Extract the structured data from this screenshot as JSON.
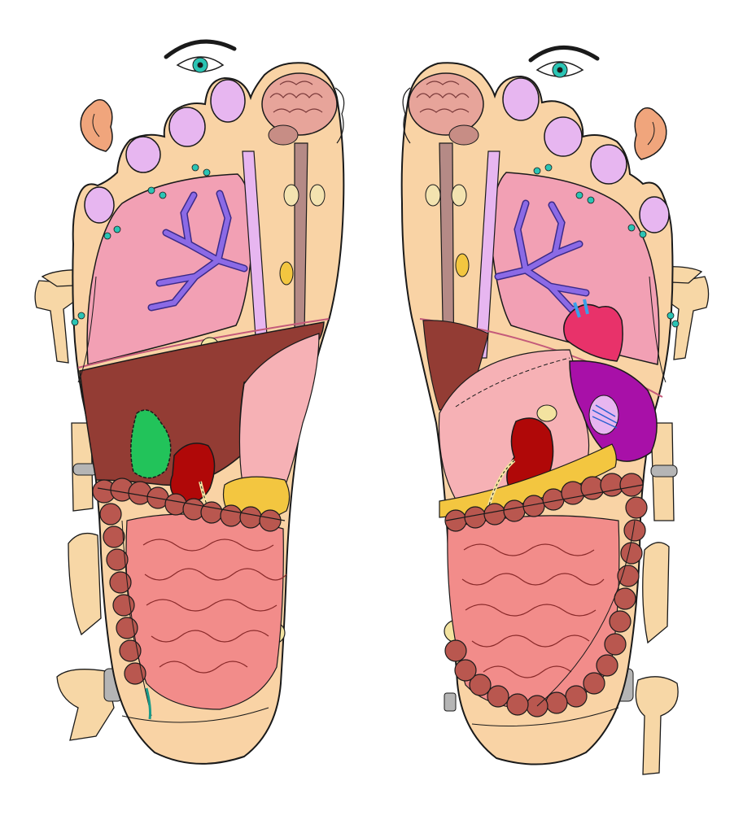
{
  "diagram": {
    "kind": "foot-reflexology-map",
    "feet": [
      "left-sole",
      "right-sole"
    ],
    "labels": [],
    "colors": {
      "skin": "#f9d3a5",
      "outline": "#1a1a1a",
      "toe_pad": "#e7b6f0",
      "lung": "#f2a0b4",
      "bronchi": "#8b6ae6",
      "liver": "#933c34",
      "stomach": "#f6b1b5",
      "gall_bladder": "#22c35a",
      "kidney": "#b00808",
      "pancreas": "#f3c640",
      "small_intestine": "#f28c8a",
      "colon": "#b9574f",
      "spleen": "#a810a8",
      "heart": "#e8326a",
      "brain": "#e7a49a",
      "eye_iris": "#2bc4b4",
      "bone": "#f7d7a6",
      "joint_band": "#b5b5b5"
    },
    "organs": [
      "eye",
      "ear",
      "brain",
      "sinus",
      "throat",
      "trachea",
      "esophagus",
      "lung",
      "bronchi",
      "shoulder",
      "diaphragm",
      "thyroid",
      "adrenal",
      "liver",
      "gall-bladder",
      "stomach",
      "kidney",
      "pancreas",
      "spleen",
      "heart",
      "small-intestine",
      "colon",
      "ureter",
      "bladder",
      "sciatic",
      "spine",
      "knee",
      "hip"
    ]
  }
}
